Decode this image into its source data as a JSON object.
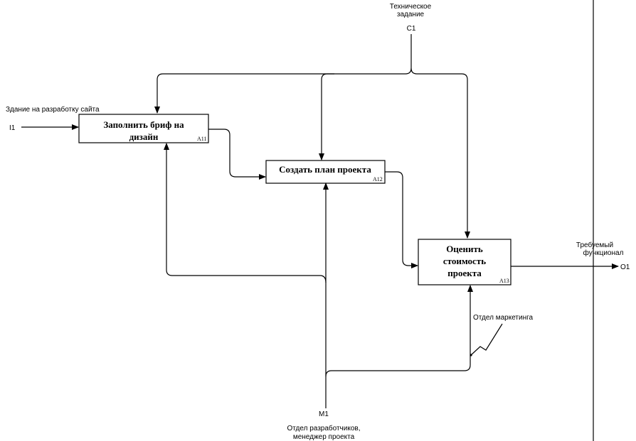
{
  "boxes": {
    "a11": {
      "line1": "Заполнить бриф на",
      "line2": "дизайн",
      "id": "A11"
    },
    "a12": {
      "line1": "Создать план проекта",
      "id": "A12"
    },
    "a13": {
      "line1": "Оценить",
      "line2": "стоимость",
      "line3": "проекта",
      "id": "A13"
    }
  },
  "control": {
    "line1": "Техническое",
    "line2": "задание",
    "code": "C1"
  },
  "input": {
    "label": "Здание на разработку сайта",
    "code": "I1"
  },
  "output": {
    "line1": "Требуемый",
    "line2": "функционал",
    "code": "O1"
  },
  "mechanism": {
    "code": "M1",
    "line1": "Отдел разработчиков,",
    "line2": "менеджер проекта"
  },
  "marketing": {
    "label": "Отдел маркетинга"
  }
}
